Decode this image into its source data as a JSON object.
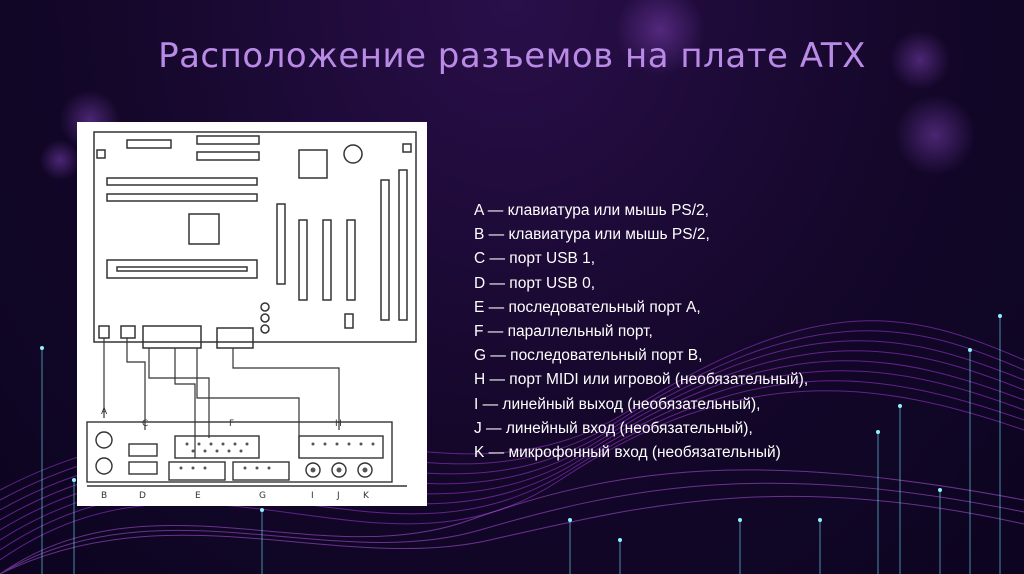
{
  "slide": {
    "title": "Расположение разъемов на плате ATX"
  },
  "diagram": {
    "top_labels": [
      "A",
      "C",
      "F",
      "H"
    ],
    "bottom_labels": [
      "B",
      "D",
      "E",
      "G",
      "I",
      "J",
      "K"
    ]
  },
  "legend": [
    "A — клавиатура или мышь PS/2,",
    "B — клавиатура или мышь PS/2,",
    "C — порт USB 1,",
    "D — порт USB 0,",
    "E — последовательный порт A,",
    "F — параллельный порт,",
    "G — последовательный порт B,",
    "H — порт MIDI или игровой (необязательный),",
    "I — линейный выход (необязательный),",
    "J — линейный вход (необязательный),",
    "K — микрофонный вход (необязательный)"
  ],
  "colors": {
    "title": "#b98be6",
    "background": "#14072a",
    "wave": "#a13ad8",
    "glow": "#6ee7ff"
  }
}
